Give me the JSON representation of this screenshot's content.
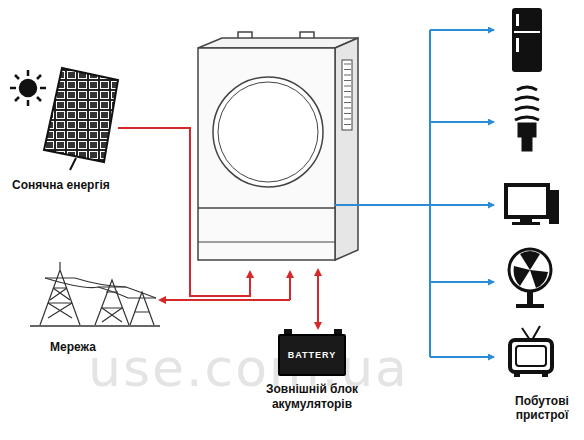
{
  "diagram": {
    "nodes": [
      {
        "text": [
          "BATTERY",
          "Зовнішній блок акумуляторів"
        ]
      }
    ],
    "labels": [
      "Сонячна енергія",
      "Мережа",
      "Побутові пристрої",
      "use.com.ua"
    ]
  }
}
